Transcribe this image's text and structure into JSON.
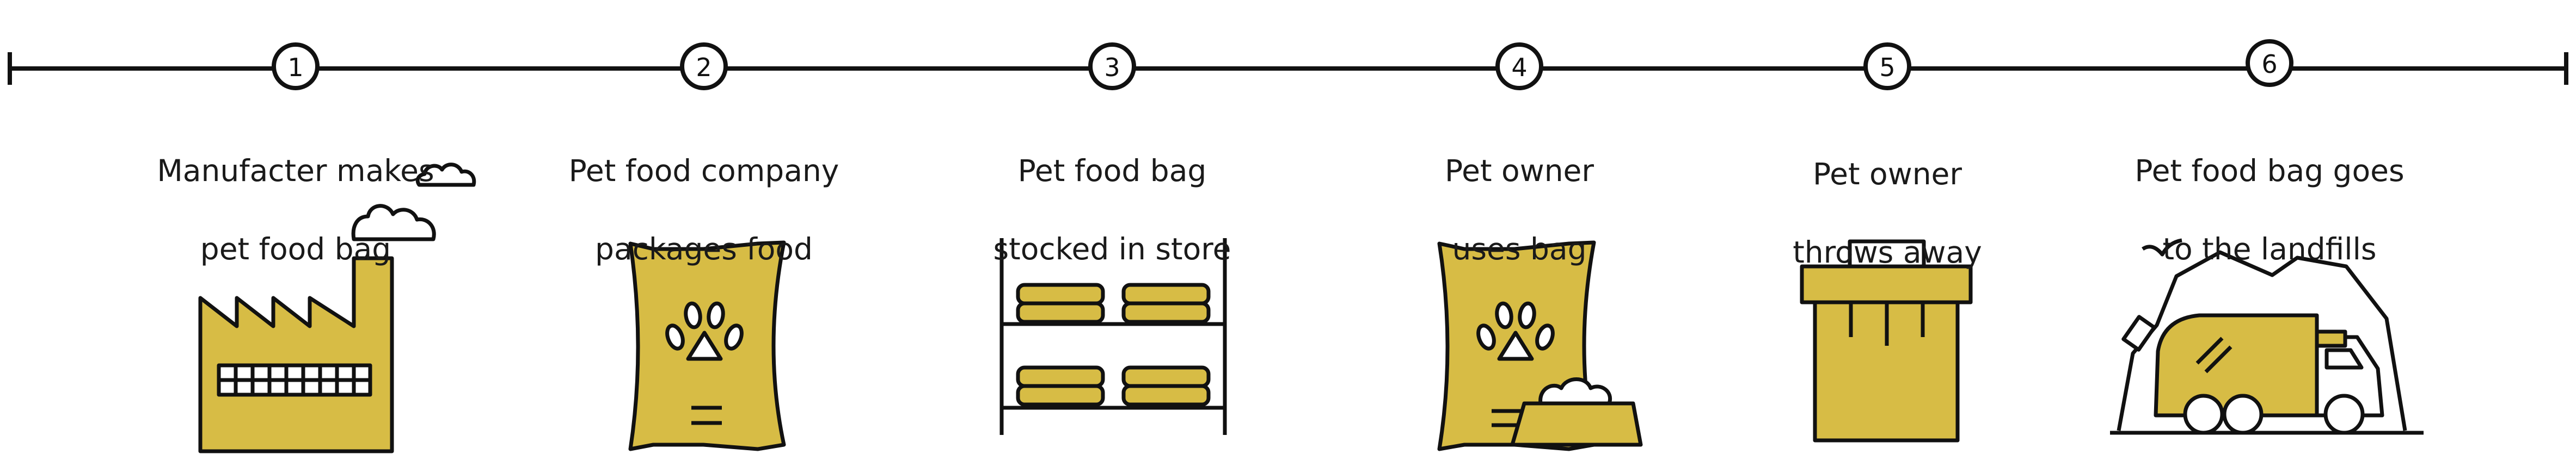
{
  "colors": {
    "ink": "#111111",
    "accent": "#d7bc45",
    "background": "#ffffff"
  },
  "steps": [
    {
      "number": "1",
      "line1": "Manufacter makes",
      "line2": "pet food bag",
      "icon": "factory-icon"
    },
    {
      "number": "2",
      "line1": "Pet food company",
      "line2": "packages food",
      "icon": "pet-food-bag-icon"
    },
    {
      "number": "3",
      "line1": "Pet food bag",
      "line2": "stocked in store",
      "icon": "store-shelf-icon"
    },
    {
      "number": "4",
      "line1": "Pet owner",
      "line2": "uses bag",
      "icon": "pet-food-bag-with-bowl-icon"
    },
    {
      "number": "5",
      "line1": "Pet owner",
      "line2": "throws away",
      "icon": "trash-can-icon"
    },
    {
      "number": "6",
      "line1": "Pet food bag goes",
      "line2": "to the landfills",
      "icon": "landfill-truck-icon"
    }
  ]
}
